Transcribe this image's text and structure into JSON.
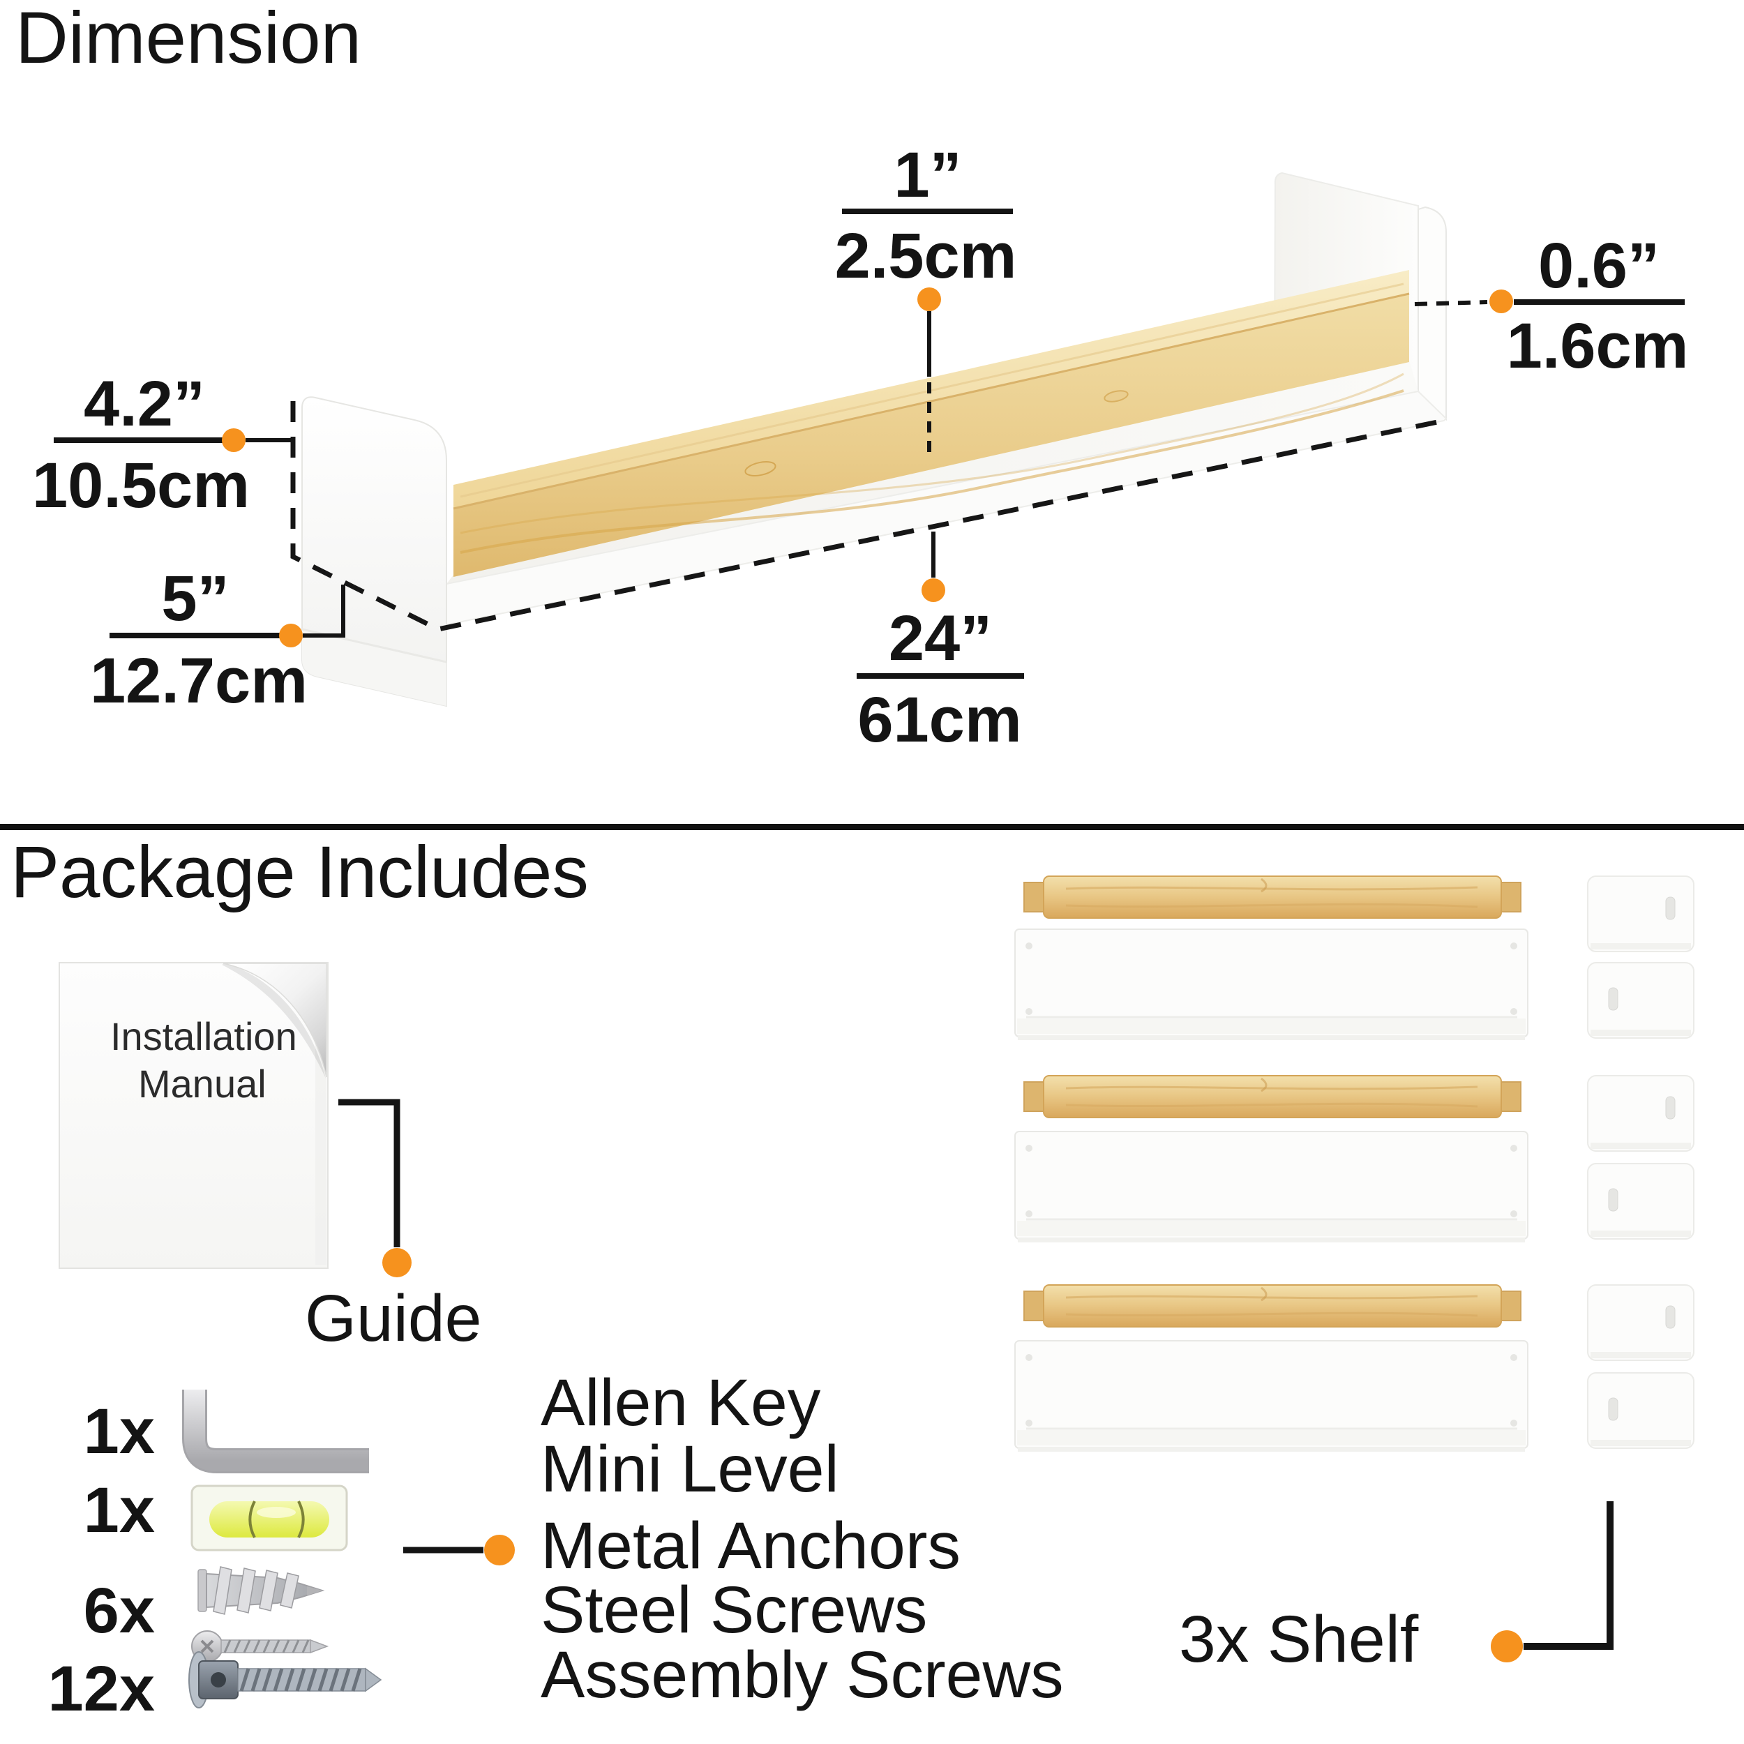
{
  "colors": {
    "accent": "#F6921E",
    "ink": "#141414",
    "wood_light": "#F2DFA8",
    "wood_dark": "#DCA95E"
  },
  "dimension_section": {
    "title": "Dimension",
    "callouts": {
      "rail_height": {
        "inches": "1”",
        "metric": "2.5cm"
      },
      "rail_thickness": {
        "inches": "0.6”",
        "metric": "1.6cm"
      },
      "side_height": {
        "inches": "4.2”",
        "metric": "10.5cm"
      },
      "shelf_depth": {
        "inches": "5”",
        "metric": "12.7cm"
      },
      "shelf_length": {
        "inches": "24”",
        "metric": "61cm"
      }
    }
  },
  "package_section": {
    "title": "Package Includes",
    "manual": {
      "page_line1": "Installation",
      "page_line2": "Manual",
      "callout": "Guide"
    },
    "hardware": {
      "rows": [
        {
          "qty": "1x",
          "item": "allen-key"
        },
        {
          "qty": "1x",
          "item": "mini-level"
        },
        {
          "qty": "6x",
          "item": "metal-anchor"
        },
        {
          "qty": "12x",
          "item": "assembly-screw"
        }
      ],
      "labels": [
        "Allen Key",
        "Mini Level",
        "Metal Anchors",
        "Steel Screws",
        "Assembly Screws"
      ]
    },
    "shelf_callout": "3x Shelf"
  }
}
